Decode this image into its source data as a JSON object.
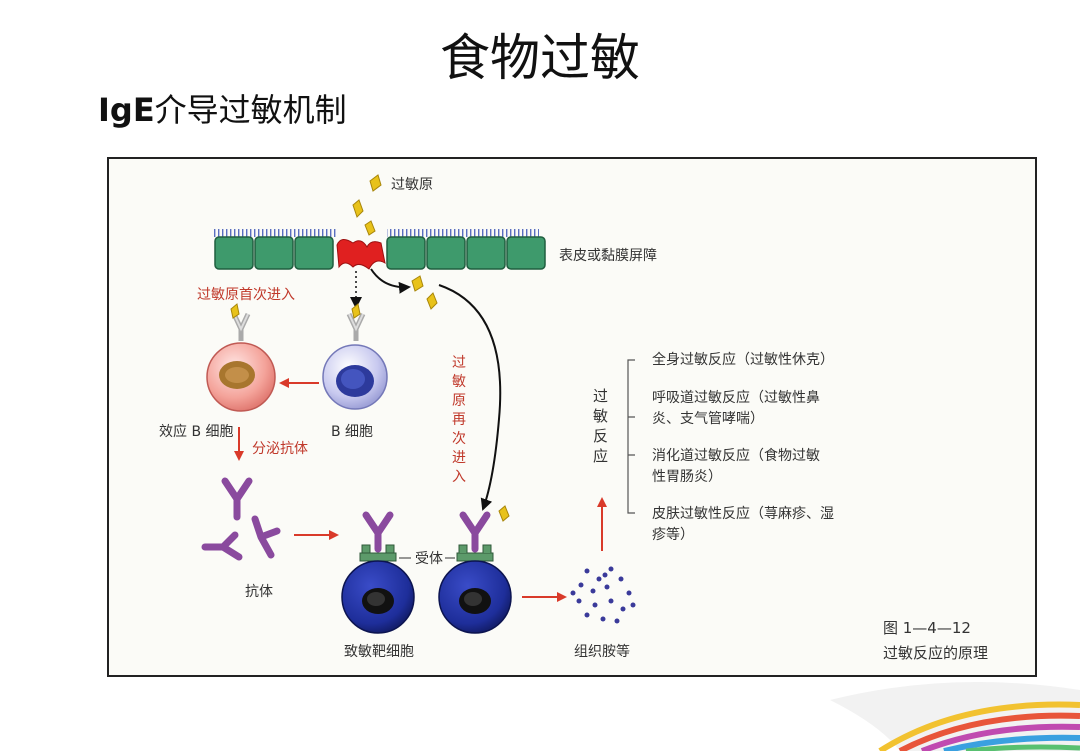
{
  "slide": {
    "title": "食物过敏",
    "subtitle_prefix": "IgE",
    "subtitle_rest": "介导过敏机制"
  },
  "diagram": {
    "labels": {
      "allergen": "过敏原",
      "barrier": "表皮或黏膜屏障",
      "first_entry": "过敏原首次进入",
      "effector_b": "效应 B 细胞",
      "b_cell": "B 细胞",
      "secrete_antibody": "分泌抗体",
      "antibody": "抗体",
      "receptor": "受体",
      "sensitized_cell": "致敏靶细胞",
      "histamine": "组织胺等",
      "reentry": [
        "过",
        "敏",
        "原",
        "再",
        "次",
        "进",
        "入"
      ],
      "allergic_reaction": [
        "过",
        "敏",
        "反",
        "应"
      ]
    },
    "reactions": [
      [
        "全身过敏反应（过敏性休克）"
      ],
      [
        "呼吸道过敏反应（过敏性鼻",
        "炎、支气管哮喘）"
      ],
      [
        "消化道过敏反应（食物过敏",
        "性胃肠炎）"
      ],
      [
        "皮肤过敏性反应（荨麻疹、湿",
        "疹等）"
      ]
    ],
    "caption": {
      "number": "图 1—4—12",
      "title": "过敏反应的原理"
    }
  },
  "colors": {
    "barrier_green": "#3e9a6c",
    "breach_red": "#e02020",
    "arrow_red": "#d93a2a",
    "label_red": "#c0392b",
    "antibody_purple": "#8a4a9e",
    "allergen_yellow": "#e8c21a",
    "target_cell_blue": "#1e2e9a",
    "receptor_green": "#5c9a6a"
  }
}
